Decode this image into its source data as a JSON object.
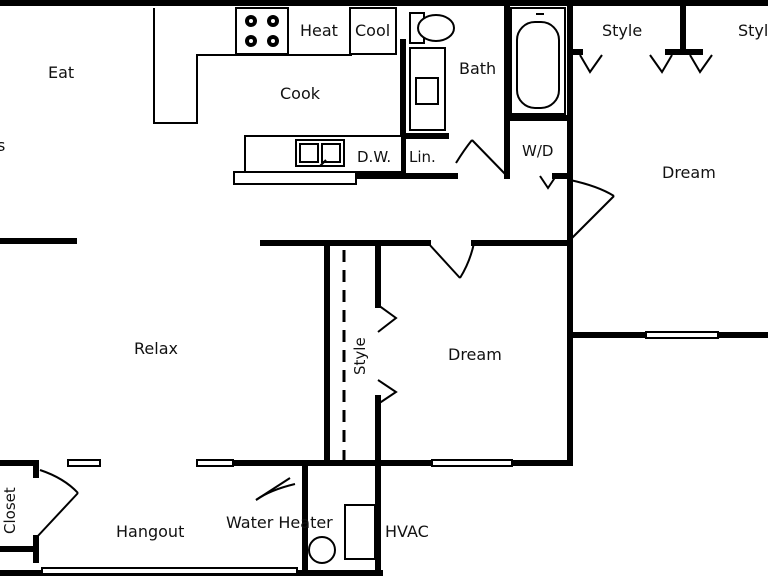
{
  "rooms": {
    "eat": "Eat",
    "cook": "Cook",
    "heat": "Heat",
    "cool": "Cool",
    "bath": "Bath",
    "style_top1": "Style",
    "style_top2": "Style",
    "wd": "W/D",
    "lin": "Lin.",
    "dw": "D.W.",
    "dream_right": "Dream",
    "dream_center": "Dream",
    "relax": "Relax",
    "style_hall": "Style",
    "closet": "Closet",
    "hangout": "Hangout",
    "water_heater": "Water Heater",
    "hvac": "HVAC",
    "partial_left": "s"
  },
  "colors": {
    "wall": "#000000",
    "background": "#ffffff"
  }
}
